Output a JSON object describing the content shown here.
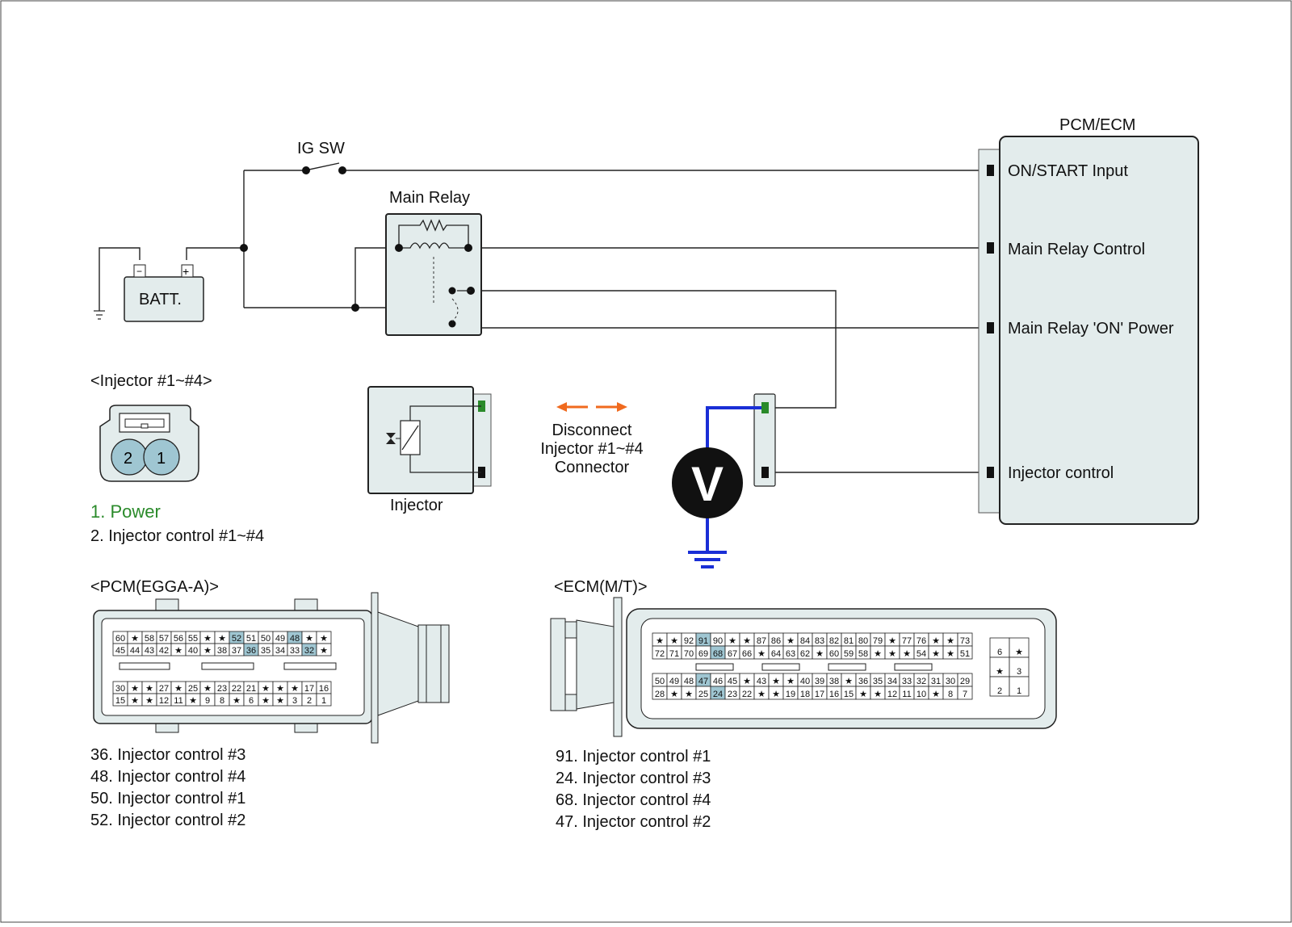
{
  "labels": {
    "ig_sw": "IG SW",
    "main_relay": "Main Relay",
    "battery": "BATT.",
    "pcm_ecm": "PCM/ECM",
    "pcm_inputs": [
      "ON/START Input",
      "Main Relay Control",
      "Main Relay 'ON' Power",
      "Injector control"
    ],
    "injector_connector_title": "<Injector #1~#4>",
    "injector": "Injector",
    "disconnect_note": [
      "Disconnect",
      "Injector #1~#4",
      "Connector"
    ],
    "voltmeter": "V",
    "injector_pin_1": "1. Power",
    "injector_pin_2": "2. Injector control #1~#4",
    "pcm_connector_title": "<PCM(EGGA-A)>",
    "ecm_connector_title": "<ECM(M/T)>"
  },
  "injector_connector_pins": [
    "2",
    "1"
  ],
  "pcm_connector": {
    "rows": [
      [
        "60",
        "★",
        "58",
        "57",
        "56",
        "55",
        "★",
        "★",
        "52",
        "51",
        "50",
        "49",
        "48",
        "★",
        "★"
      ],
      [
        "45",
        "44",
        "43",
        "42",
        "★",
        "40",
        "★",
        "38",
        "37",
        "36",
        "35",
        "34",
        "33",
        "32",
        "★"
      ],
      [
        "30",
        "★",
        "★",
        "27",
        "★",
        "25",
        "★",
        "23",
        "22",
        "21",
        "★",
        "★",
        "★",
        "17",
        "16"
      ],
      [
        "15",
        "★",
        "★",
        "12",
        "11",
        "★",
        "9",
        "8",
        "★",
        "6",
        "★",
        "★",
        "3",
        "2",
        "1"
      ]
    ],
    "highlighted": [
      "52",
      "48",
      "36",
      "32"
    ],
    "legend": [
      "36. Injector control #3",
      "48. Injector control #4",
      "50. Injector control #1",
      "52. Injector control #2"
    ]
  },
  "ecm_connector": {
    "rows": [
      [
        "★",
        "★",
        "92",
        "91",
        "90",
        "★",
        "★",
        "87",
        "86",
        "★",
        "84",
        "83",
        "82",
        "81",
        "80",
        "79",
        "★",
        "77",
        "76",
        "★",
        "★",
        "73"
      ],
      [
        "72",
        "71",
        "70",
        "69",
        "68",
        "67",
        "66",
        "★",
        "64",
        "63",
        "62",
        "★",
        "60",
        "59",
        "58",
        "★",
        "★",
        "★",
        "54",
        "★",
        "★",
        "51"
      ],
      [
        "50",
        "49",
        "48",
        "47",
        "46",
        "45",
        "★",
        "43",
        "★",
        "★",
        "40",
        "39",
        "38",
        "★",
        "36",
        "35",
        "34",
        "33",
        "32",
        "31",
        "30",
        "29"
      ],
      [
        "28",
        "★",
        "★",
        "25",
        "24",
        "23",
        "22",
        "★",
        "★",
        "19",
        "18",
        "17",
        "16",
        "15",
        "★",
        "★",
        "12",
        "11",
        "10",
        "★",
        "8",
        "7"
      ]
    ],
    "side_pins": [
      [
        "6",
        "★"
      ],
      [
        "★",
        "3"
      ],
      [
        "2",
        "1"
      ]
    ],
    "highlighted": [
      "91",
      "68",
      "47",
      "24"
    ],
    "legend": [
      "91. Injector control #1",
      "24. Injector control #3",
      "68. Injector control #4",
      "47. Injector control #2"
    ]
  },
  "colors": {
    "component_fill": "#e3ecec",
    "pin_highlight": "#9fc6d2",
    "probe_wire": "#1a2fd6",
    "power_pin": "#2a8a2a",
    "disconnect_arrow": "#f06a1e",
    "power_text": "#2a8a2a"
  }
}
